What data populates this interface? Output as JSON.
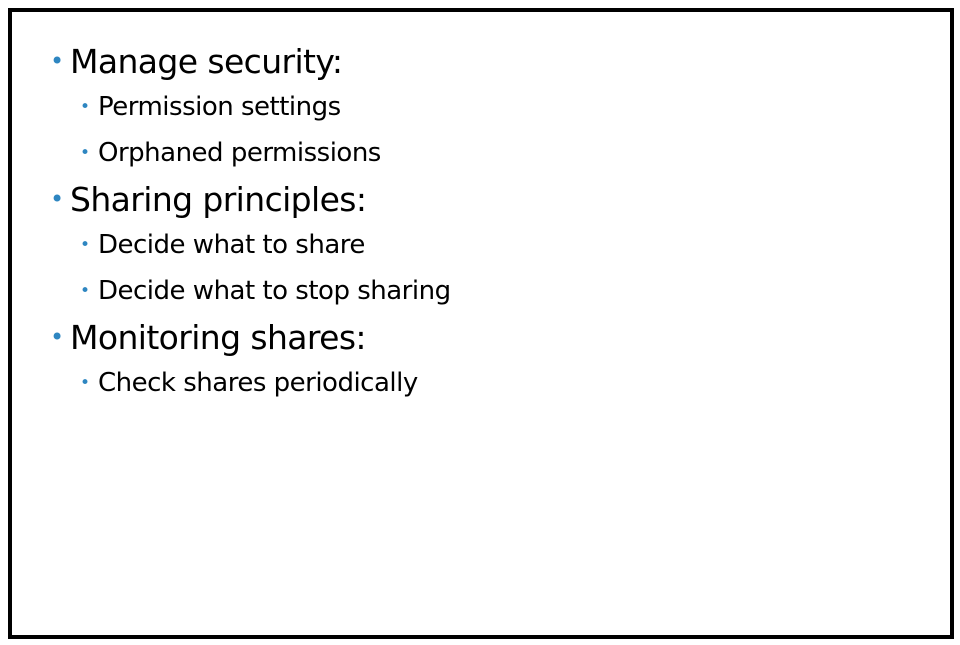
{
  "bullet_color": "#2e86c1",
  "bullet_glyph": "•",
  "sections": [
    {
      "heading": "Manage security:",
      "items": [
        "Permission settings",
        "Orphaned permissions"
      ]
    },
    {
      "heading": "Sharing principles:",
      "items": [
        "Decide what to share",
        "Decide what to stop sharing"
      ]
    },
    {
      "heading": "Monitoring shares:",
      "items": [
        "Check shares periodically"
      ]
    }
  ]
}
